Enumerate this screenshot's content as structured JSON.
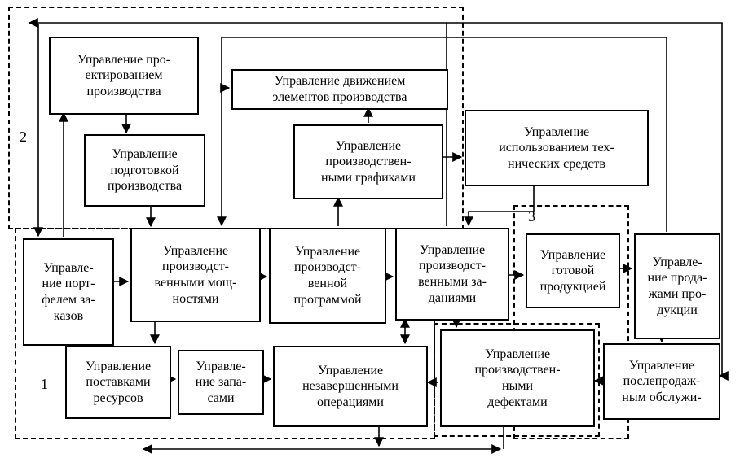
{
  "diagram": {
    "regions": [
      {
        "id": "region-2",
        "label": "2"
      },
      {
        "id": "region-1",
        "label": "1"
      },
      {
        "id": "region-3",
        "label": "3"
      }
    ],
    "boxes": [
      {
        "id": "design",
        "label": "Управление про-\nектированием\nпроизводства"
      },
      {
        "id": "preparation",
        "label": "Управление\nподготовкой\nпроизводства"
      },
      {
        "id": "movement",
        "label": "Управление движением\nэлементов производства"
      },
      {
        "id": "schedules",
        "label": "Управление\nпроизводствен-\nными графиками"
      },
      {
        "id": "technical",
        "label": "Управление\nиспользованием тех-\nнических средств"
      },
      {
        "id": "portfolio",
        "label": "Управле-\nние порт-\nфелем за-\nказов"
      },
      {
        "id": "capacities",
        "label": "Управление\nпроизводст-\nвенными мощ-\nностями"
      },
      {
        "id": "program",
        "label": "Управление\nпроизводст-\nвенной\nпрограммой"
      },
      {
        "id": "tasks",
        "label": "Управление\nпроизводст-\nвенными за-\nданиями"
      },
      {
        "id": "finished",
        "label": "Управление\nготовой\nпродукцией"
      },
      {
        "id": "sales",
        "label": "Управле-\nние прода-\nжами про-\nдукции"
      },
      {
        "id": "supply",
        "label": "Управление\nпоставками\nресурсов"
      },
      {
        "id": "inventory",
        "label": "Управле-\nние запа-\nсами"
      },
      {
        "id": "wip",
        "label": "Управление\nнезавершенными\nоперациями"
      },
      {
        "id": "defects",
        "label": "Управление\nпроизводствен-\nными\nдефектами"
      },
      {
        "id": "aftersales",
        "label": "Управление\nпослепродаж-\nным обслужи-"
      }
    ],
    "colors": {
      "line": "#000000",
      "background": "#ffffff"
    }
  }
}
